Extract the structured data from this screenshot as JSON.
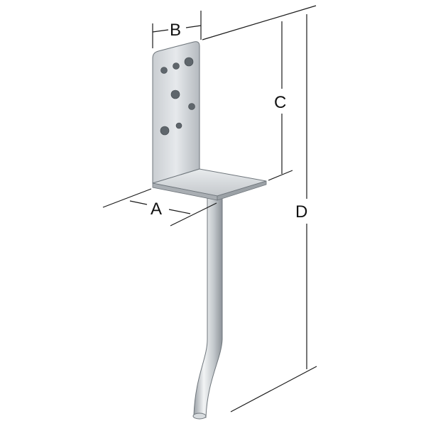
{
  "dimensions": {
    "a": "A",
    "b": "B",
    "c": "C",
    "d": "D"
  },
  "colors": {
    "line": "#1a1a1a",
    "steel_light": "#e4e7ea",
    "steel_mid": "#b9bec4",
    "steel_dark": "#8a9096"
  }
}
